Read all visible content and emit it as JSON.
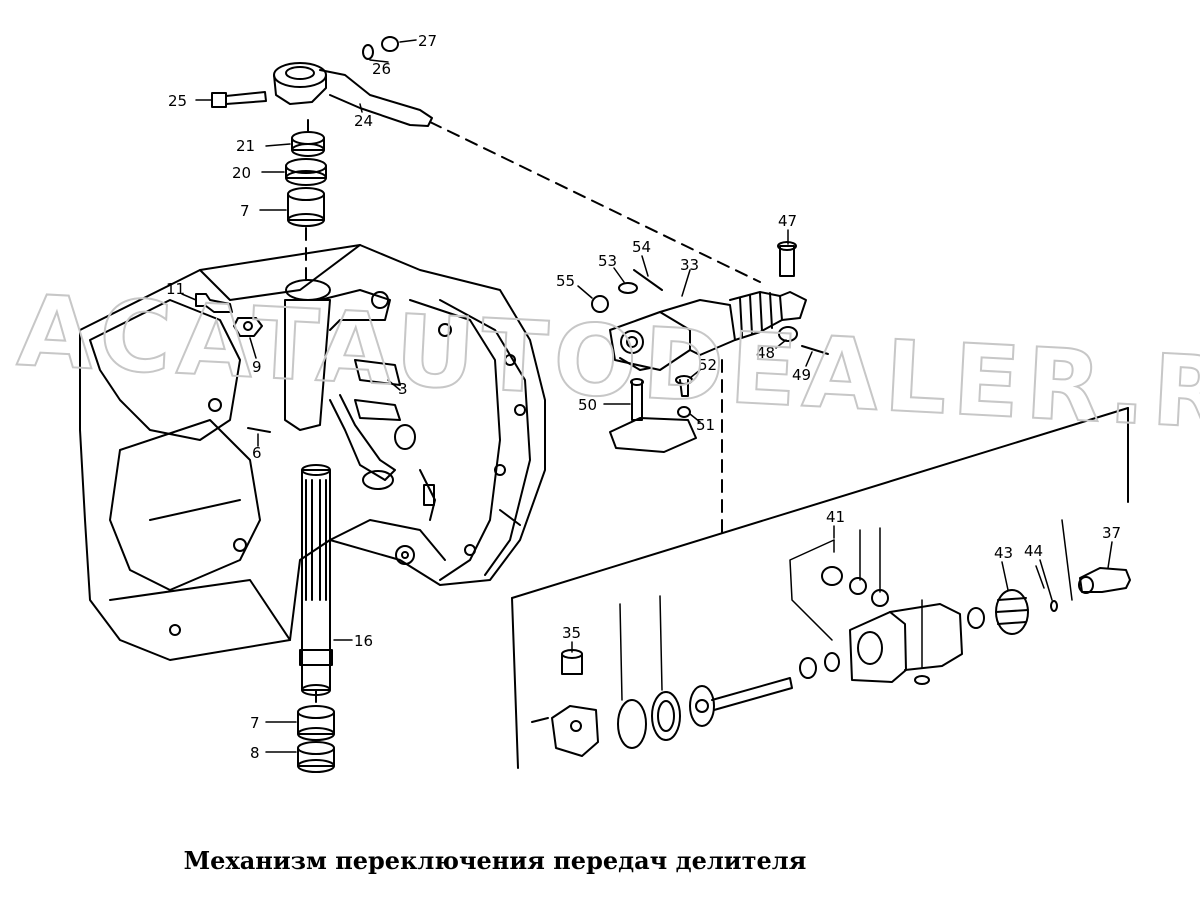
{
  "caption": "Механизм переключения передач делителя",
  "watermark": "ACATAUTODEALER.RU",
  "callouts": [
    "25",
    "27",
    "26",
    "24",
    "21",
    "20",
    "7",
    "11",
    "9",
    "6",
    "3",
    "16",
    "7",
    "8",
    "47",
    "54",
    "53",
    "33",
    "55",
    "52",
    "48",
    "49",
    "50",
    "51",
    "41",
    "35",
    "43",
    "44",
    "37"
  ]
}
